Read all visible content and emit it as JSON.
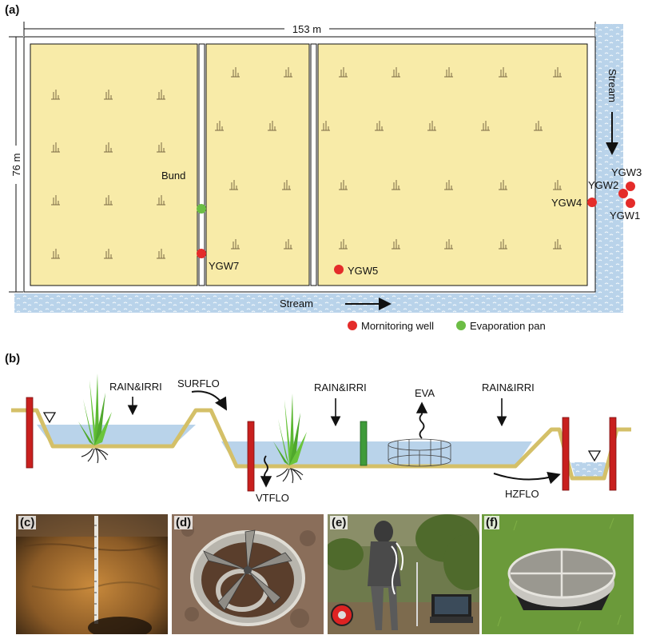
{
  "panels": {
    "a": "(a)",
    "b": "(b)",
    "c": "(c)",
    "d": "(d)",
    "e": "(e)",
    "f": "(f)"
  },
  "panel_a": {
    "width_label": "153 m",
    "height_label": "76 m",
    "bund_label": "Bund",
    "stream_bottom": "Stream",
    "stream_right": "Stream",
    "wells": [
      "YGW1",
      "YGW2",
      "YGW3",
      "YGW4",
      "YGW5",
      "YGW7"
    ],
    "legend": {
      "well": "Mornitoring well",
      "pan": "Evaporation pan"
    },
    "colors": {
      "field": "#f8eba8",
      "stream": "#b9d3ea",
      "well": "#e42c2a",
      "pan": "#6cbd45",
      "plant": "#7a6a44"
    }
  },
  "panel_b": {
    "rain_left": "RAIN&IRRI",
    "surflo": "SURFLO",
    "rain_mid": "RAIN&IRRI",
    "eva": "EVA",
    "rain_right": "RAIN&IRRI",
    "vtflo": "VTFLO",
    "hzflo": "HZFLO",
    "colors": {
      "water": "#b9d3ea",
      "ground": "#d4c068",
      "well": "#c8201e",
      "pan_pipe": "#3f9b3a",
      "plant": "#5cb832"
    }
  }
}
